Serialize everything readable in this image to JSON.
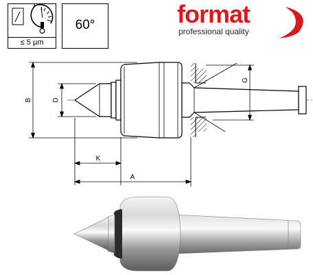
{
  "spec_boxes": {
    "runout": {
      "icon": "dial-indicator-icon",
      "value": "≤ 5 µm"
    },
    "angle": {
      "value": "60°"
    }
  },
  "brand": {
    "name": "format",
    "tagline": "professional quality",
    "color": "#d71920"
  },
  "drawing": {
    "labels": {
      "B": "B",
      "D": "D",
      "G": "G",
      "K": "K",
      "A": "A"
    }
  },
  "photo": {
    "subject": "live-center-photo"
  }
}
